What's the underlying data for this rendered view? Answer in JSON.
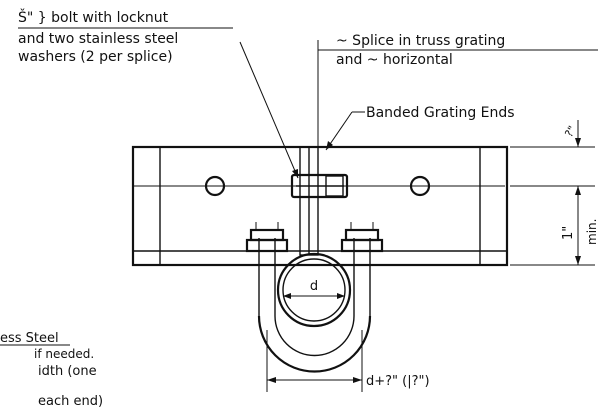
{
  "notes": {
    "bolt_line1": "Š\" } bolt with locknut",
    "bolt_line2": "and two stainless steel",
    "bolt_line3": "washers (2 per splice)",
    "splice_line1": "~ Splice in truss grating",
    "splice_line2": "and ~ horizontal",
    "banded": "Banded Grating Ends",
    "left_line1": "ess Steel",
    "left_line2": "if needed.",
    "left_line3": "idth (one",
    "left_line4": "each end)"
  },
  "dimensions": {
    "d_label": "d",
    "bottom_dim": "d+?\" (|?\")",
    "right_min_value": "1\"",
    "right_min_unit": "min.",
    "right_top": "?\""
  },
  "colors": {
    "ink": "#111111",
    "paper": "#ffffff"
  }
}
